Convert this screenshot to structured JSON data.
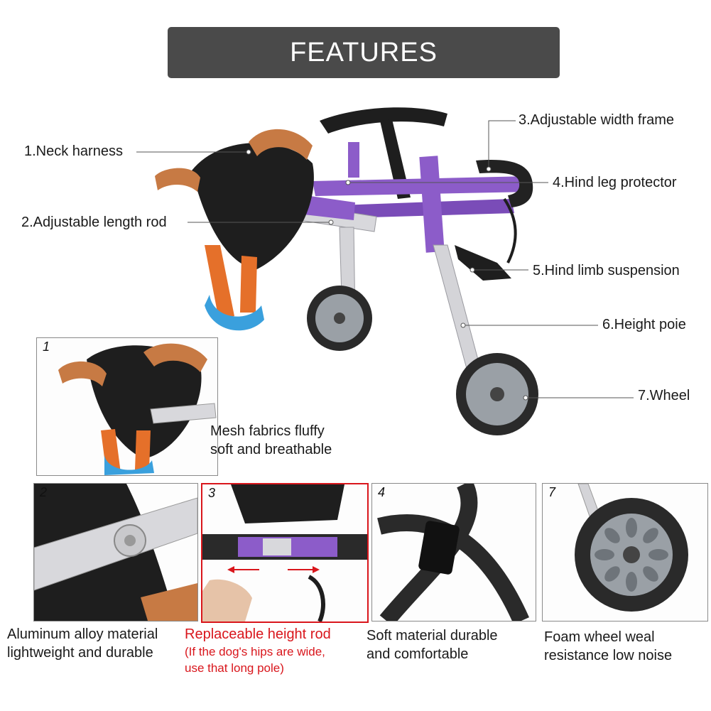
{
  "banner": {
    "title": "FEATURES"
  },
  "callouts": [
    {
      "id": "neck-harness",
      "label": "1.Neck harness"
    },
    {
      "id": "length-rod",
      "label": "2.Adjustable length rod"
    },
    {
      "id": "width-frame",
      "label": "3.Adjustable width frame"
    },
    {
      "id": "leg-protector",
      "label": "4.Hind leg protector"
    },
    {
      "id": "limb-suspension",
      "label": "5.Hind limb suspension"
    },
    {
      "id": "height-pole",
      "label": "6.Height poie"
    },
    {
      "id": "wheel",
      "label": "7.Wheel"
    }
  ],
  "panels": [
    {
      "num": "1",
      "caption_lines": [
        "Mesh fabrics fluffy",
        "soft and breathable"
      ]
    },
    {
      "num": "2",
      "caption_lines": [
        "Aluminum alloy material",
        "lightweight and durable"
      ]
    },
    {
      "num": "3",
      "caption_lines": [
        "Replaceable height rod"
      ],
      "sub_lines": [
        "(If the dog's hips are wide,",
        "use that long pole)"
      ]
    },
    {
      "num": "4",
      "caption_lines": [
        "Soft material durable",
        "and comfortable"
      ]
    },
    {
      "num": "7",
      "caption_lines": [
        "Foam wheel weal",
        "resistance low noise"
      ]
    }
  ],
  "colors": {
    "banner_bg": "#4a4a4a",
    "frame_purple": "#8c5cc9",
    "harness_black": "#1e1e1e",
    "padding_orange": "#c77a44",
    "strap_orange": "#e5702a",
    "mesh_blue": "#3aa0dd",
    "highlight_red": "#d9161c",
    "wheel_gray": "#8e9499"
  }
}
